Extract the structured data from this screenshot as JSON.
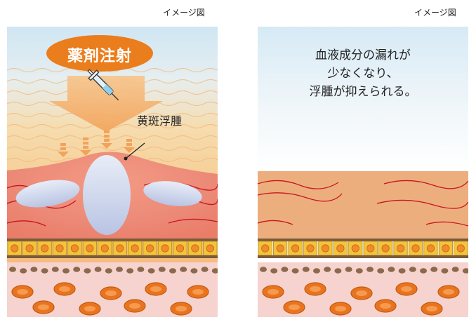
{
  "captions": {
    "left": "イメージ図",
    "right": "イメージ図"
  },
  "before": {
    "injection_label": "薬剤注射",
    "edema_label": "黄斑浮腫"
  },
  "after": {
    "result_lines": [
      "血液成分の漏れが",
      "少なくなり、",
      "浮腫が抑えられる。"
    ]
  },
  "colors": {
    "sky_top": "#cfe6f3",
    "warm_band": "#f7c98c",
    "tissue_pink": "#ec8a78",
    "tissue_after": "#edae7e",
    "cell_yellow": "#f3c43a",
    "cell_nucleus": "#f08c2a",
    "vessel_red": "#c8161d",
    "rbc_orange": "#e9741f",
    "lower_pink": "#f7d3cf",
    "arrow_orange": "#f2a35a",
    "badge_orange": "#ea7d1c"
  },
  "icons": [
    "syringe-icon",
    "pointer-line-icon"
  ]
}
